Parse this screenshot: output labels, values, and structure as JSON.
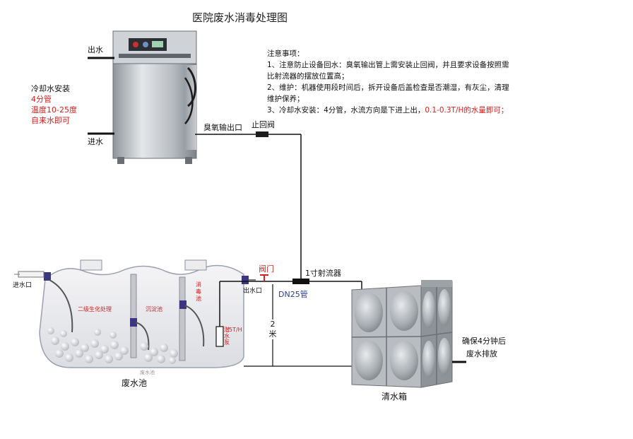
{
  "title": "医院废水消毒处理图",
  "notes": {
    "heading": "注意事项：",
    "line1": "1、注意防止设备回水：臭氧输出管上需安装止回阀，并且要求设备按照需",
    "line2": "比射流器的摆放位置高；",
    "line3": "2、维护：机器使用段时间后，拆开设备后盖检查是否潮湿，有灰尘，清理",
    "line4": "维护保养；",
    "line5a": "3、冷却水安装：4分管，水流方向是下进上出，",
    "line5b": "0.1-0.3T/H的水量即可；"
  },
  "machine": {
    "outlet": "出水",
    "inlet": "进水",
    "cooling_title": "冷却水安装",
    "cooling_pipe": "4分管",
    "cooling_temp": "温度10-25度",
    "cooling_tap": "自来水即可",
    "ozone_outlet": "臭氧输出口",
    "check_valve": "止回阀"
  },
  "tank": {
    "inlet": "进水口",
    "outlet": "出水口",
    "stage2": "二级生化处理",
    "sediment": "沉淀池",
    "disinfect": "消毒池",
    "pump_label": "潜水泵",
    "pump_rate": "5T/H",
    "name": "废水池",
    "name_small": "废水池"
  },
  "pipe": {
    "valve": "阀门",
    "ejector": "1寸射流器",
    "dn": "DN25管",
    "height": "2米"
  },
  "clean_tank": {
    "name": "清水箱",
    "note1": "确保4分钟后",
    "note2": "废水排放"
  },
  "colors": {
    "accent_red": "#d42020",
    "connector_blue": "#3a3680"
  }
}
